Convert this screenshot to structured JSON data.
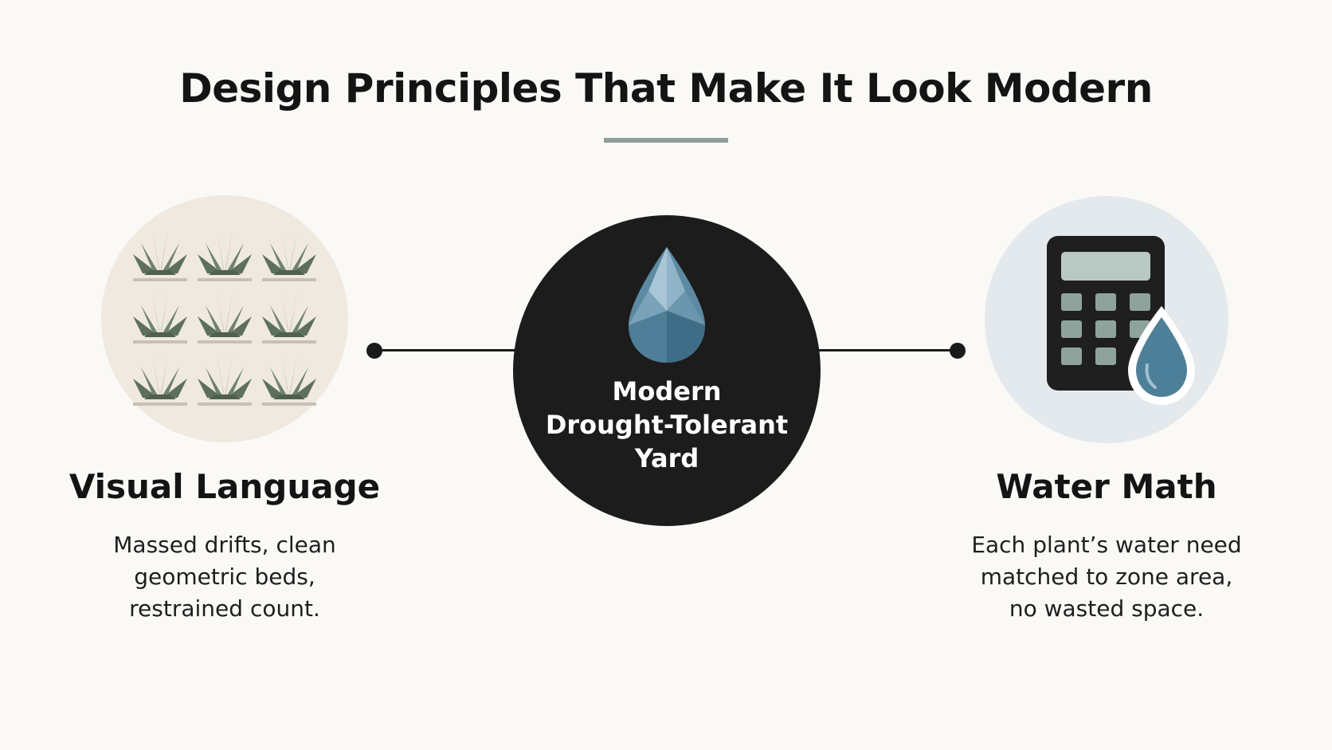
{
  "title": "Design Principles That Make It Look Modern",
  "hub": {
    "lines": [
      "Modern",
      "Drought-Tolerant",
      "Yard"
    ],
    "icon": "water-drop-icon"
  },
  "nodes": {
    "left": {
      "title": "Visual Language",
      "description": [
        "Massed drifts, clean",
        "geometric beds,",
        "restrained count."
      ],
      "icon": "plant-grid-icon"
    },
    "right": {
      "title": "Water Math",
      "description": [
        "Each plant’s water need",
        "matched to zone area,",
        "no wasted space."
      ],
      "icon": "calculator-water-icon"
    }
  },
  "colors": {
    "background": "#faf9f6",
    "hub": "#1c1c1c",
    "plant": "#6b7c6b",
    "water": "#4e7f98",
    "calculator": "#1f1f1f",
    "accent_rule": "#8e9e98"
  }
}
